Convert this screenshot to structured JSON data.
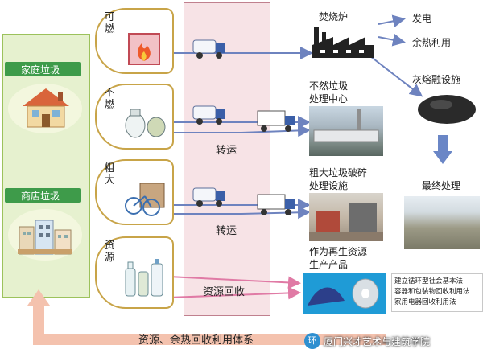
{
  "left_panel": {
    "household_label": "家庭垃圾",
    "shop_label": "商店垃圾"
  },
  "categories": {
    "combustible": "可燃",
    "noncombustible": "不燃",
    "oversized": "粗大",
    "resource": "资源"
  },
  "transfer": {
    "label_top": "转运",
    "label_bottom": "转运",
    "recycle_label": "资源回收"
  },
  "facilities": {
    "incinerator": "焚烧炉",
    "power": "发电",
    "waste_heat": "余热利用",
    "ash_melting": "灰熔融设施",
    "noncomb_line1": "不然垃圾",
    "noncomb_line2": "处理中心",
    "crush_line1": "粗大垃圾破碎",
    "crush_line2": "处理设施",
    "final": "最终处理",
    "recycled_line1": "作为再生资源",
    "recycled_line2": "生产产品"
  },
  "footer": {
    "system": "资源、余热回收利用体系"
  },
  "law_note": {
    "line1": "建立循环型社会基本法",
    "line2": "容器和包装物回收利用法",
    "line3": "家用电器回收利用法"
  },
  "watermark": {
    "school": "厦门兴才艺术与建筑学院",
    "logo_text": "环"
  },
  "colors": {
    "left_panel_bg": "#e6f1cf",
    "left_panel_border": "#9cc25c",
    "band_bg": "#f7e3e6",
    "band_border": "#c0808e",
    "arrow_blue": "#6e83bf",
    "arrow_pink": "#e07aa5",
    "category_border": "#c8a448"
  }
}
